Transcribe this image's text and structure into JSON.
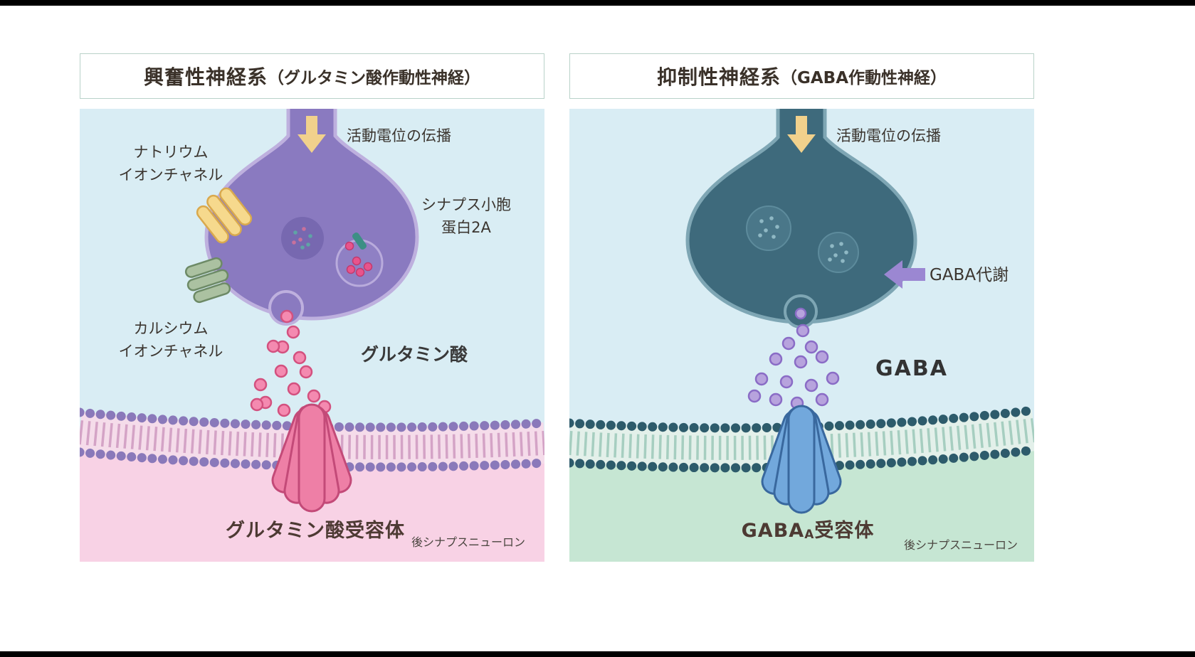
{
  "panels": {
    "left": {
      "title": "興奮性神経系",
      "title_sub": "（グルタミン酸作動性神経）",
      "labels": {
        "action_potential": "活動電位の伝播",
        "sodium_line1": "ナトリウム",
        "sodium_line2": "イオンチャネル",
        "sv2a_line1": "シナプス小胞",
        "sv2a_line2": "蛋白2A",
        "calcium_line1": "カルシウム",
        "calcium_line2": "イオンチャネル",
        "transmitter": "グルタミン酸",
        "receptor": "グルタミン酸受容体",
        "postsynaptic": "後シナプスニューロン"
      }
    },
    "right": {
      "title": "抑制性神経系",
      "title_sub": "（GABA作動性神経）",
      "labels": {
        "action_potential": "活動電位の伝播",
        "gaba_metabolism": "GABA代謝",
        "transmitter": "GABA",
        "receptor_main": "GABA",
        "receptor_sub": "A",
        "receptor_tail": "受容体",
        "postsynaptic": "後シナプスニューロン"
      }
    }
  },
  "colors": {
    "page_bg": "#ffffff",
    "frame_bar": "#000000",
    "panel_sky": "#d9edf4",
    "left_bottom_region": "#f8d2e5",
    "right_bottom_region": "#c6e6d3",
    "left_terminal": "#8a7ac0",
    "left_terminal_outline": "#beb0de",
    "right_terminal": "#3e6a7c",
    "right_terminal_outline": "#7ea6b4",
    "glutamate_dot": "#f48ab0",
    "gaba_dot": "#b7a3dd",
    "left_receptor": "#ee7fa6",
    "right_receptor": "#72a8dc",
    "arrow_yellow": "#f1d18c",
    "arrow_purple": "#9b87d2",
    "sodium_channel": "#f6d98d",
    "calcium_channel": "#abc1a1",
    "left_membrane_dots": "#8a79ba",
    "right_membrane_dots": "#2d5b6b",
    "title_border": "#b9d2c9",
    "text_dark": "#3b352f"
  }
}
